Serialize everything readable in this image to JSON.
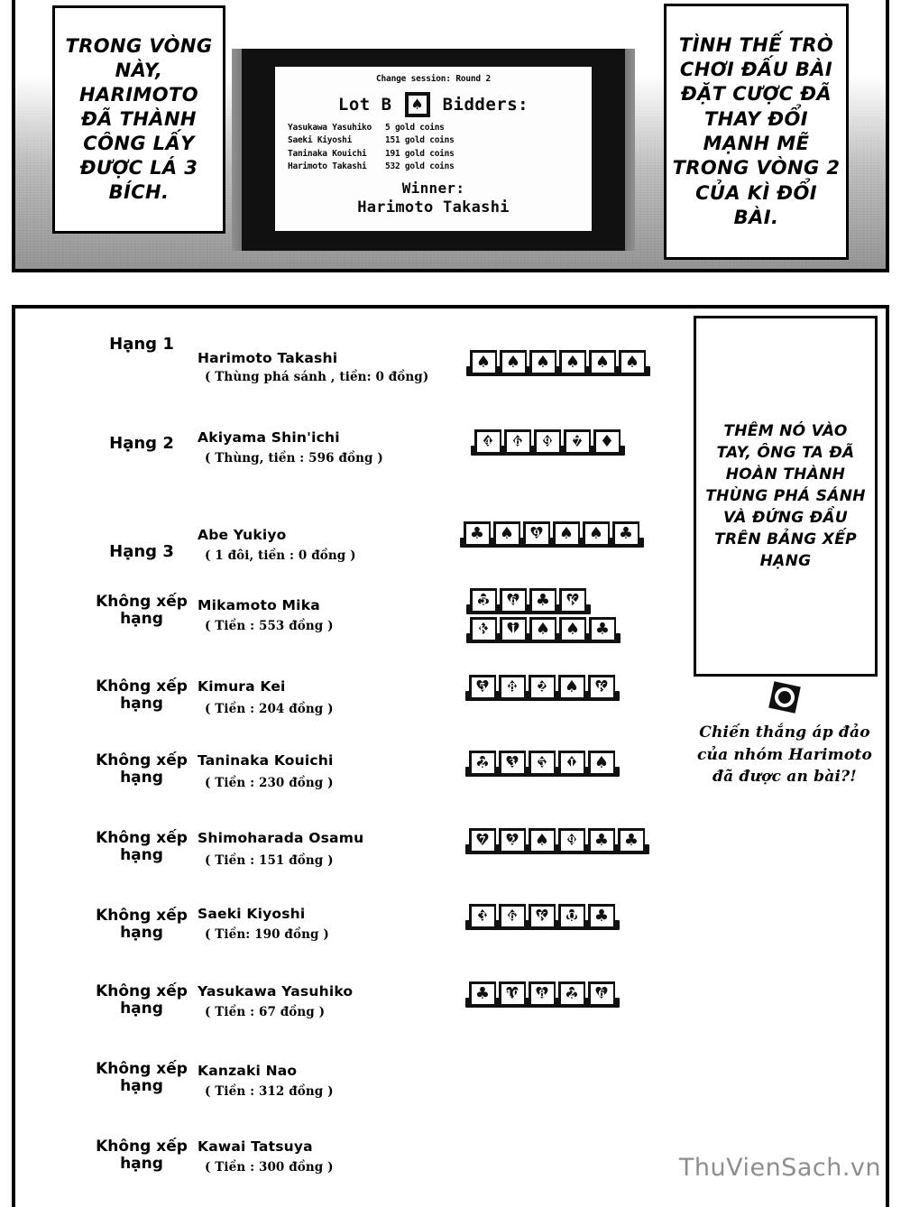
{
  "captions": {
    "left": "TRONG VÒNG NÀY, HARIMOTO ĐÃ THÀNH CÔNG LẤY ĐƯỢC LÁ 3 BÍCH.",
    "right": "TÌNH THẾ TRÒ CHƠI ĐẤU BÀI ĐẶT CƯỢC ĐÃ THAY ĐỔI MẠNH MẼ TRONG VÒNG 2 CỦA KÌ ĐỔI BÀI.",
    "hand_note": "THÊM NÓ VÀO TAY, ÔNG TA ĐÃ HOÀN THÀNH THÙNG PHÁ SÁNH VÀ ĐỨNG ĐẦU TRÊN BẢNG XẾP HẠNG"
  },
  "monitor": {
    "session_title": "Change session: Round 2",
    "lot_label": "Lot B",
    "lot_suit_icon": "spade-icon",
    "bidders_label": "Bidders:",
    "bidders": [
      {
        "name": "Yasukawa Yasuhiko",
        "amount": "5 gold coins"
      },
      {
        "name": "Saeki Kiyoshi",
        "amount": "151 gold coins"
      },
      {
        "name": "Taninaka Kouichi",
        "amount": "191 gold coins"
      },
      {
        "name": "Harimoto Takashi",
        "amount": "532 gold coins"
      }
    ],
    "winner_label": "Winner:",
    "winner_name": "Harimoto Takashi"
  },
  "rankings": [
    {
      "rank": "Hạng 1",
      "name": "Harimoto Takashi",
      "detail": "( Thùng phá sánh , tiền: 0 đồng)",
      "hand": [
        {
          "suit": "spade",
          "rank": ""
        },
        {
          "suit": "spade",
          "rank": ""
        },
        {
          "suit": "spade",
          "rank": ""
        },
        {
          "suit": "spade",
          "rank": ""
        },
        {
          "suit": "spade",
          "rank": ""
        },
        {
          "suit": "spade",
          "rank": ""
        }
      ]
    },
    {
      "rank": "Hạng 2",
      "name": "Akiyama Shin'ichi",
      "detail": "( Thùng, tiền : 596 đồng )",
      "hand": [
        {
          "suit": "diamond",
          "rank": "4"
        },
        {
          "suit": "diamond",
          "rank": "6"
        },
        {
          "suit": "diamond",
          "rank": "9"
        },
        {
          "suit": "diamond",
          "rank": "7"
        },
        {
          "suit": "diamond",
          "rank": ""
        }
      ]
    },
    {
      "rank": "Hạng 3",
      "name": "Abe Yukiyo",
      "detail": "( 1 đôi, tiền : 0 đồng )",
      "hand": [
        {
          "suit": "club",
          "rank": ""
        },
        {
          "suit": "spade",
          "rank": ""
        },
        {
          "suit": "heart",
          "rank": "9"
        },
        {
          "suit": "spade",
          "rank": ""
        },
        {
          "suit": "spade",
          "rank": ""
        },
        {
          "suit": "club",
          "rank": ""
        }
      ]
    },
    {
      "rank": "Không xếp hạng",
      "name": "Mikamoto Mika",
      "detail": "( Tiền : 553 đồng )",
      "hand": [
        {
          "suit": "club",
          "rank": "5"
        },
        {
          "suit": "heart",
          "rank": "6"
        },
        {
          "suit": "club",
          "rank": ""
        },
        {
          "suit": "heart",
          "rank": "K"
        }
      ],
      "hand2": [
        {
          "suit": "diamond",
          "rank": "K"
        },
        {
          "suit": "heart",
          "rank": "J"
        },
        {
          "suit": "spade",
          "rank": ""
        },
        {
          "suit": "spade",
          "rank": ""
        },
        {
          "suit": "club",
          "rank": ""
        }
      ]
    },
    {
      "rank": "Không xếp hạng",
      "name": "Kimura Kei",
      "detail": "( Tiền : 204 đồng )",
      "hand": [
        {
          "suit": "heart",
          "rank": "5"
        },
        {
          "suit": "diamond",
          "rank": "8"
        },
        {
          "suit": "diamond",
          "rank": "2"
        },
        {
          "suit": "spade",
          "rank": ""
        },
        {
          "suit": "heart",
          "rank": "K"
        }
      ]
    },
    {
      "rank": "Không xếp hạng",
      "name": "Taninaka Kouichi",
      "detail": "( Tiền : 230 đồng )",
      "hand": [
        {
          "suit": "club",
          "rank": "2"
        },
        {
          "suit": "heart",
          "rank": "3"
        },
        {
          "suit": "diamond",
          "rank": "5"
        },
        {
          "suit": "diamond",
          "rank": "J"
        },
        {
          "suit": "spade",
          "rank": ""
        }
      ]
    },
    {
      "rank": "Không xếp hạng",
      "name": "Shimoharada Osamu",
      "detail": "( Tiền : 151 đồng )",
      "hand": [
        {
          "suit": "heart",
          "rank": "7"
        },
        {
          "suit": "heart",
          "rank": "2"
        },
        {
          "suit": "spade",
          "rank": ""
        },
        {
          "suit": "diamond",
          "rank": "9"
        },
        {
          "suit": "club",
          "rank": ""
        },
        {
          "suit": "club",
          "rank": ""
        }
      ]
    },
    {
      "rank": "Không xếp hạng",
      "name": "Saeki Kiyoshi",
      "detail": "( Tiền: 190 đồng )",
      "hand": [
        {
          "suit": "diamond",
          "rank": "3"
        },
        {
          "suit": "diamond",
          "rank": "6"
        },
        {
          "suit": "heart",
          "rank": "K"
        },
        {
          "suit": "club",
          "rank": "Q"
        },
        {
          "suit": "club",
          "rank": ""
        }
      ]
    },
    {
      "rank": "Không xếp hạng",
      "name": "Yasukawa Yasuhiko",
      "detail": "( Tiền : 67 đồng )",
      "hand": [
        {
          "suit": "club",
          "rank": ""
        },
        {
          "suit": "heart",
          "rank": "10"
        },
        {
          "suit": "heart",
          "rank": "8"
        },
        {
          "suit": "club",
          "rank": "2"
        },
        {
          "suit": "heart",
          "rank": "6"
        }
      ]
    },
    {
      "rank": "Không xếp hạng",
      "name": "Kanzaki Nao",
      "detail": "( Tiền : 312 đồng )",
      "hand": []
    },
    {
      "rank": "Không xếp hạng",
      "name": "Kawai Tatsuya",
      "detail": "( Tiền : 300 đồng )",
      "hand": []
    }
  ],
  "outcome": {
    "emblem_icon": "rosette-icon",
    "text": "Chiến thắng áp đảo của nhóm Harimoto đã được an bài?!"
  },
  "watermark": "ThuVienSach.vn",
  "colors": {
    "ink": "#000000",
    "paper": "#ffffff",
    "watermark": "#8e8e8e",
    "bezel": "#111111"
  }
}
